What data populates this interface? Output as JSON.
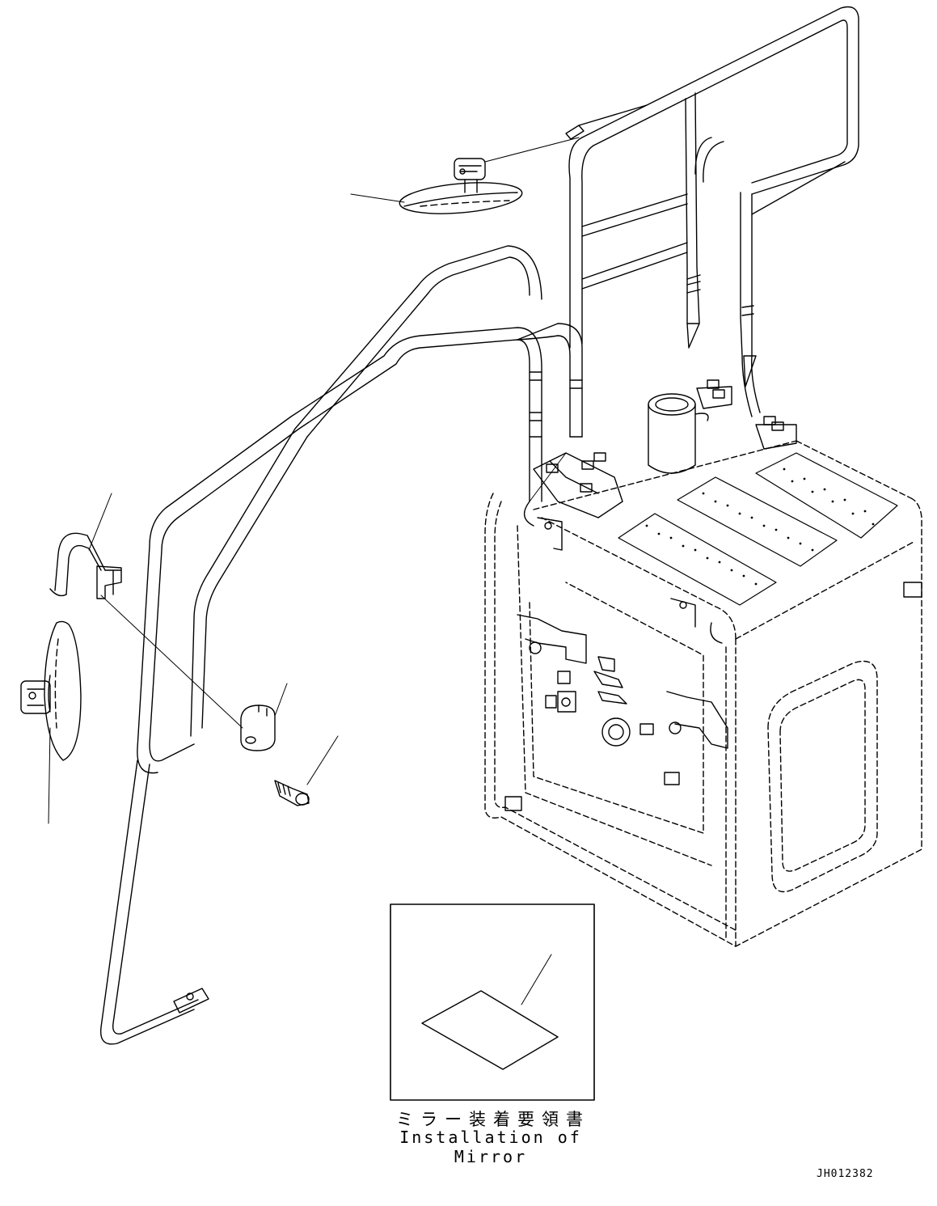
{
  "manual_page": {
    "inset": {
      "caption_jp": "ミラー装着要領書",
      "caption_en": "Installation of Mirror"
    },
    "drawing_id": "JH012382"
  }
}
